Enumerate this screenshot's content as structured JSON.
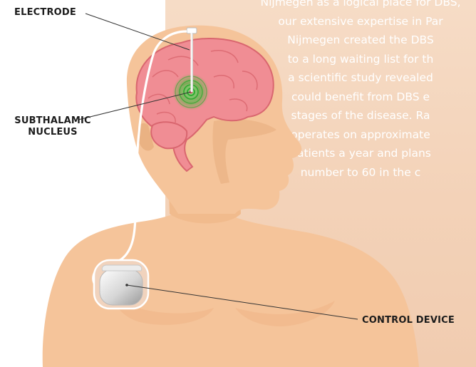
{
  "labels": {
    "electrode": "ELECTRODE",
    "nucleus_line1": "SUBTHALAMIC",
    "nucleus_line2": "NUCLEUS",
    "control_device": "CONTROL DEVICE"
  },
  "paragraph": [
    "Nijmegen as a logical place for DBS,",
    "our extensive expertise in Par",
    "Nijmegen created the DBS",
    "to a long waiting list for th",
    "a scientific study revealed",
    "could benefit from DBS e",
    "stages of the disease. Ra",
    "operates on approximate",
    "patients a year and plans",
    "number to 60 in the c"
  ],
  "colors": {
    "panel": "#f3d4bb",
    "skin": "#f5c49a",
    "skin_shadow": "#eab283",
    "brain": "#f08d94",
    "brain_outline": "#d9666f",
    "target_glow": "#3bc43b",
    "text": "#ffffff",
    "label": "#1c1c1c"
  },
  "icons": {
    "brain": "brain-icon",
    "stimulation_target": "target-rings-icon",
    "control_device": "pacemaker-icon"
  }
}
